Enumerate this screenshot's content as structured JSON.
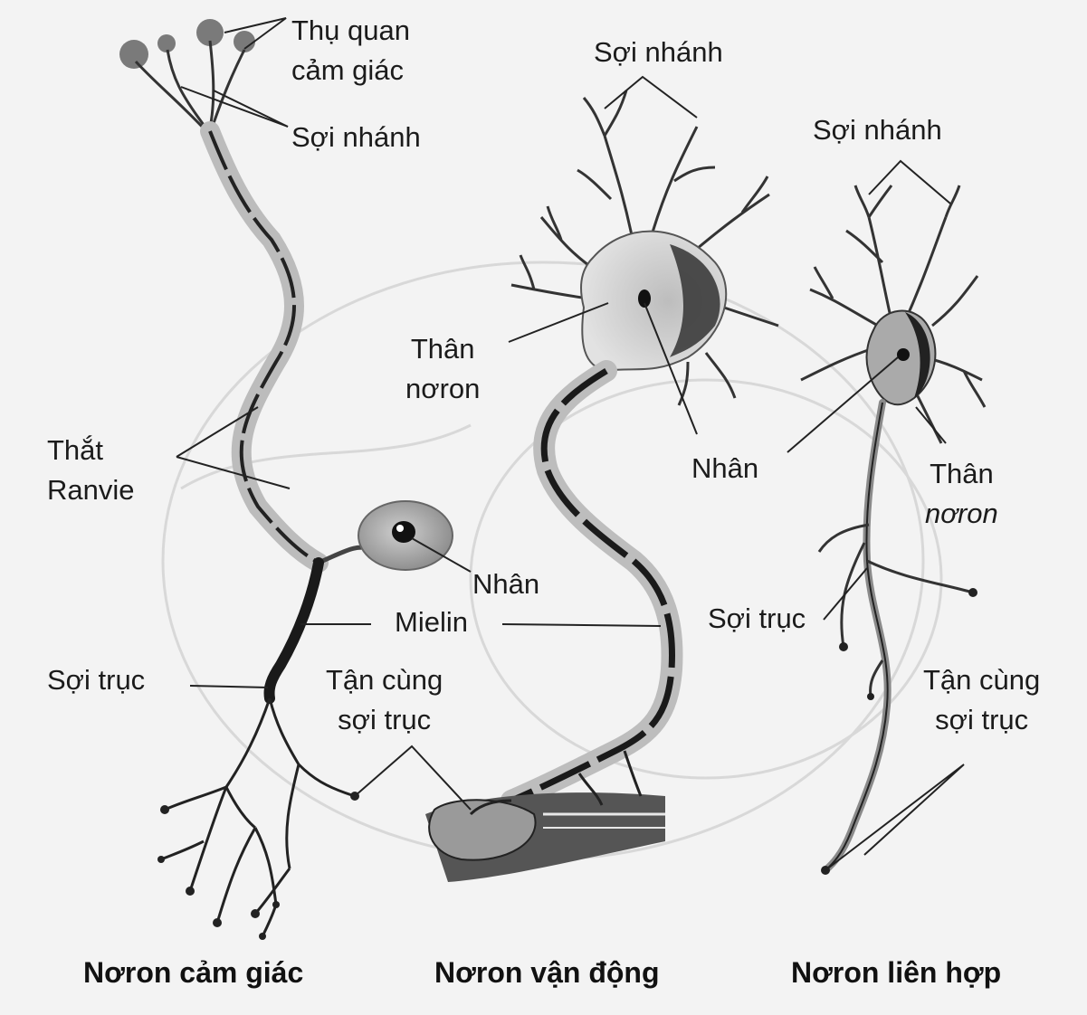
{
  "sensory": {
    "receptor_label": [
      "Thụ quan",
      "cảm giác"
    ],
    "dendrite_label": "Sợi nhánh",
    "ranvier_label": [
      "Thắt",
      "Ranvie"
    ],
    "nucleus_label": "Nhân",
    "myelin_label": "Mielin",
    "axon_label": "Sợi trục",
    "terminal_label": [
      "Tận cùng",
      "sợi trục"
    ],
    "caption": "Nơron cảm giác"
  },
  "motor": {
    "dendrite_label": "Sợi nhánh",
    "body_label": [
      "Thân",
      "nơron"
    ],
    "nucleus_label": "Nhân",
    "caption": "Nơron vận động"
  },
  "interneuron": {
    "dendrite_label": "Sợi nhánh",
    "body_label": [
      "Thân",
      "nơron"
    ],
    "axon_label": "Sợi trục",
    "terminal_label": [
      "Tận cùng",
      "sợi trục"
    ],
    "caption": "Nơron liên hợp"
  }
}
